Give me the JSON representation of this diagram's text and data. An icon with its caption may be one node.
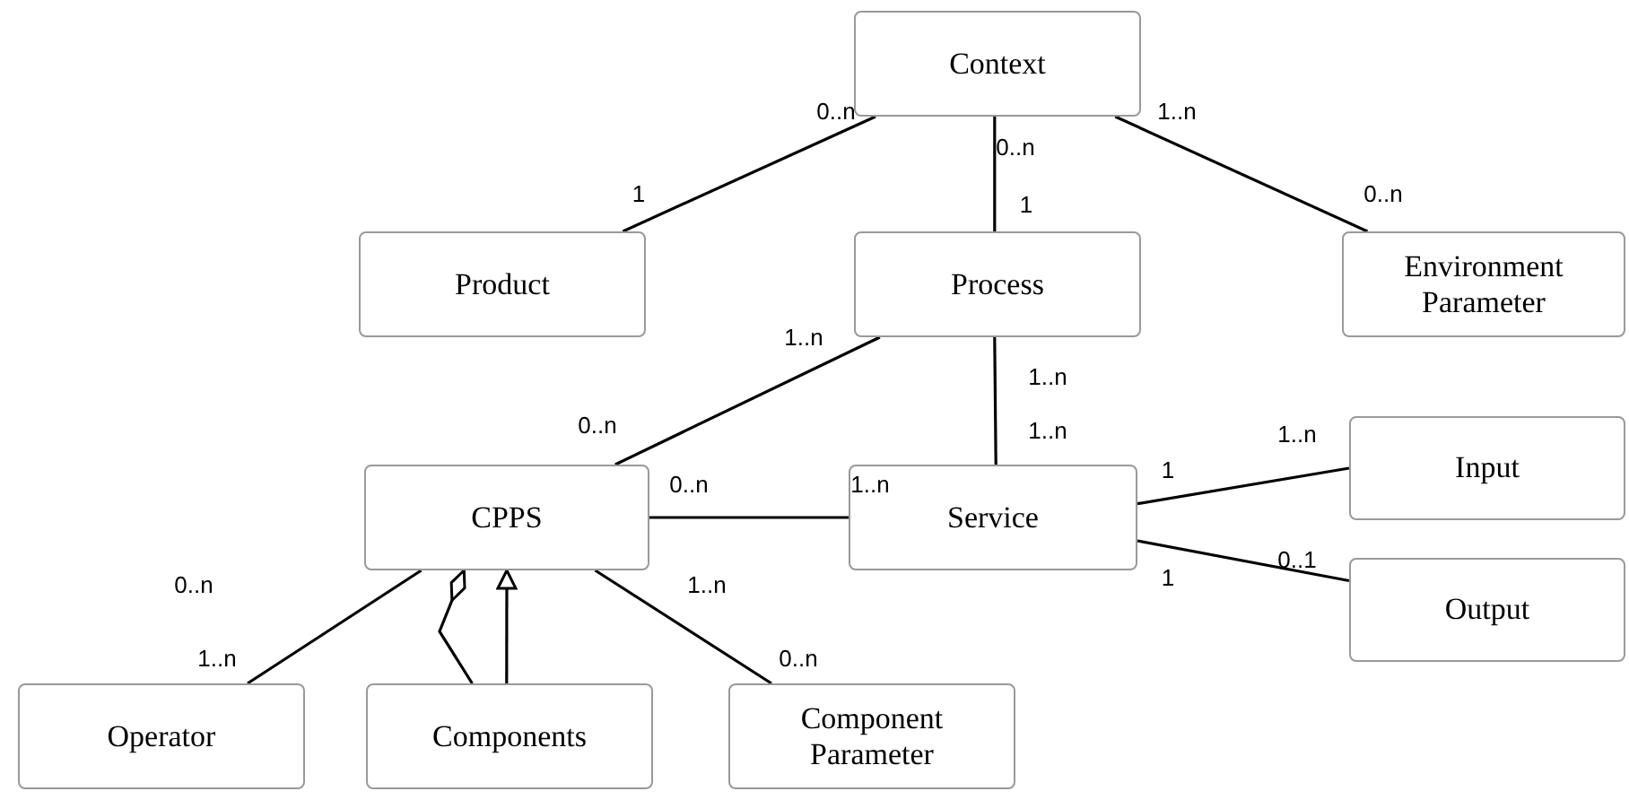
{
  "diagram": {
    "nodes": [
      {
        "text": [
          "Context"
        ]
      },
      {
        "text": [
          "Product"
        ]
      },
      {
        "text": [
          "Process"
        ]
      },
      {
        "text": [
          "Environment Parameter"
        ]
      },
      {
        "text": [
          "Input"
        ]
      },
      {
        "text": [
          "CPPS"
        ]
      },
      {
        "text": [
          "Service"
        ]
      },
      {
        "text": [
          "Output"
        ]
      },
      {
        "text": [
          "Operator"
        ]
      },
      {
        "text": [
          "Components"
        ]
      },
      {
        "text": [
          "Component Parameter"
        ]
      }
    ],
    "edges": [
      {
        "from": 0,
        "to": 1,
        "arrow": "none"
      },
      {
        "from": 0,
        "to": 2,
        "arrow": "none"
      },
      {
        "from": 0,
        "to": 3,
        "arrow": "none"
      },
      {
        "from": 2,
        "to": 5,
        "arrow": "none"
      },
      {
        "from": 2,
        "to": 6,
        "arrow": "none"
      },
      {
        "from": 5,
        "to": 6,
        "arrow": "none"
      },
      {
        "from": 6,
        "to": 4,
        "arrow": "none"
      },
      {
        "from": 6,
        "to": 7,
        "arrow": "none"
      },
      {
        "from": 5,
        "to": 8,
        "arrow": "none"
      },
      {
        "from": 9,
        "to": 5,
        "arrow": "other"
      },
      {
        "from": 9,
        "to": 5,
        "arrow": "to"
      },
      {
        "from": 5,
        "to": 10,
        "arrow": "none"
      }
    ],
    "labels": [
      "0..n",
      "1..n",
      "0..n",
      "1",
      "0..n",
      "1",
      "1..n",
      "1..n",
      "0..n",
      "1..n",
      "0..n",
      "1..n",
      "1..n",
      "1",
      "0..n",
      "1",
      "0..1",
      "1..n",
      "1..n",
      "0..n"
    ]
  }
}
